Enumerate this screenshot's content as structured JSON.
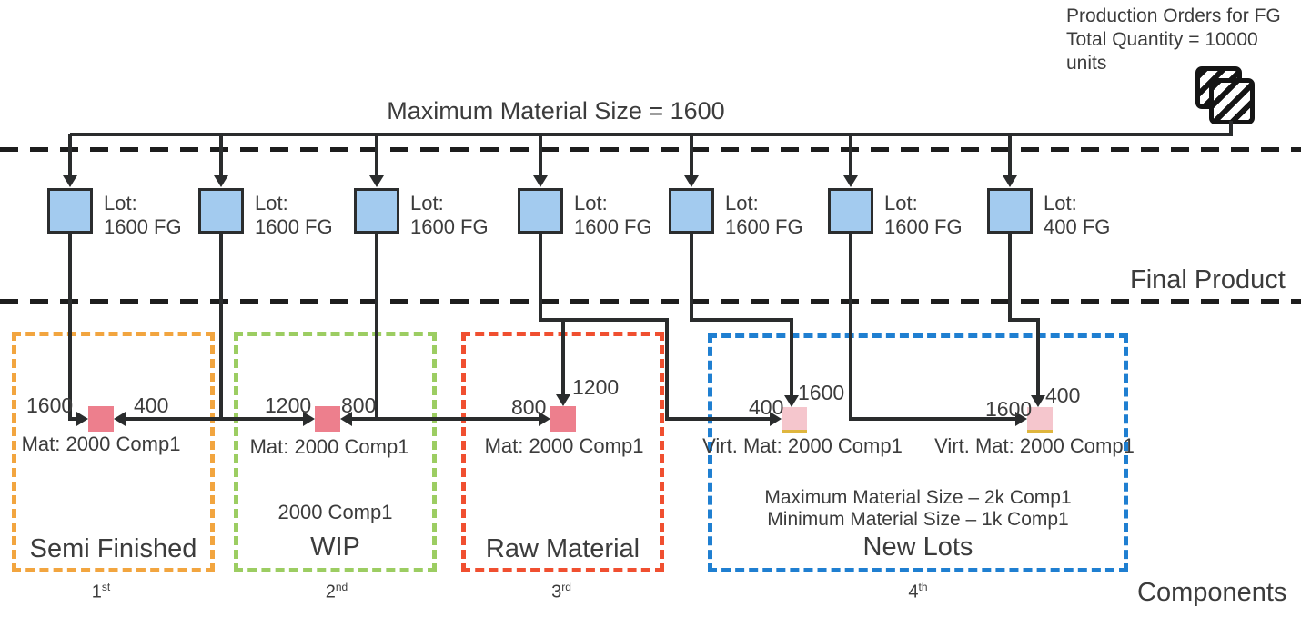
{
  "header": {
    "production_line1": "Production Orders for FG",
    "production_line2": "Total Quantity = 10000 units",
    "max_size_title": "Maximum Material Size = 1600"
  },
  "lanes": {
    "final_product": "Final Product",
    "components": "Components"
  },
  "lots": [
    {
      "line1": "Lot:",
      "line2": "1600 FG"
    },
    {
      "line1": "Lot:",
      "line2": "1600 FG"
    },
    {
      "line1": "Lot:",
      "line2": "1600 FG"
    },
    {
      "line1": "Lot:",
      "line2": "1600 FG"
    },
    {
      "line1": "Lot:",
      "line2": "1600 FG"
    },
    {
      "line1": "Lot:",
      "line2": "1600 FG"
    },
    {
      "line1": "Lot:",
      "line2": "400 FG"
    }
  ],
  "flows": {
    "sf_left": "1600",
    "sf_right": "400",
    "wip_left": "1200",
    "wip_right": "800",
    "rm_left": "800",
    "rm_top": "1200",
    "vm1_left": "400",
    "vm1_top": "1600",
    "vm2_left": "1600",
    "vm2_top": "400"
  },
  "materials": {
    "sf": "Mat: 2000 Comp1",
    "wip": "Mat: 2000 Comp1",
    "rm": "Mat: 2000 Comp1",
    "vm1": "Virt. Mat: 2000 Comp1",
    "vm2": "Virt. Mat: 2000 Comp1"
  },
  "groups": {
    "semi_finished": {
      "label": "Semi Finished",
      "ordinal": "1",
      "ordinal_suffix": "st"
    },
    "wip": {
      "label": "WIP",
      "note": "2000 Comp1",
      "ordinal": "2",
      "ordinal_suffix": "nd"
    },
    "raw_material": {
      "label": "Raw Material",
      "ordinal": "3",
      "ordinal_suffix": "rd"
    },
    "new_lots": {
      "label": "New Lots",
      "note_max": "Maximum Material Size – 2k Comp1",
      "note_min": "Minimum Material Size – 1k Comp1",
      "ordinal": "4",
      "ordinal_suffix": "th"
    }
  },
  "colors": {
    "line": "#2a2c2d",
    "lot_fill": "#a3cbef",
    "material_fill": "#ed7f8d",
    "virtual_material_fill": "#f5c6cd",
    "semi_finished_border": "#f2a53f",
    "wip_border": "#9ccd62",
    "raw_material_border": "#f04f30",
    "new_lots_border": "#1f7fd1"
  }
}
